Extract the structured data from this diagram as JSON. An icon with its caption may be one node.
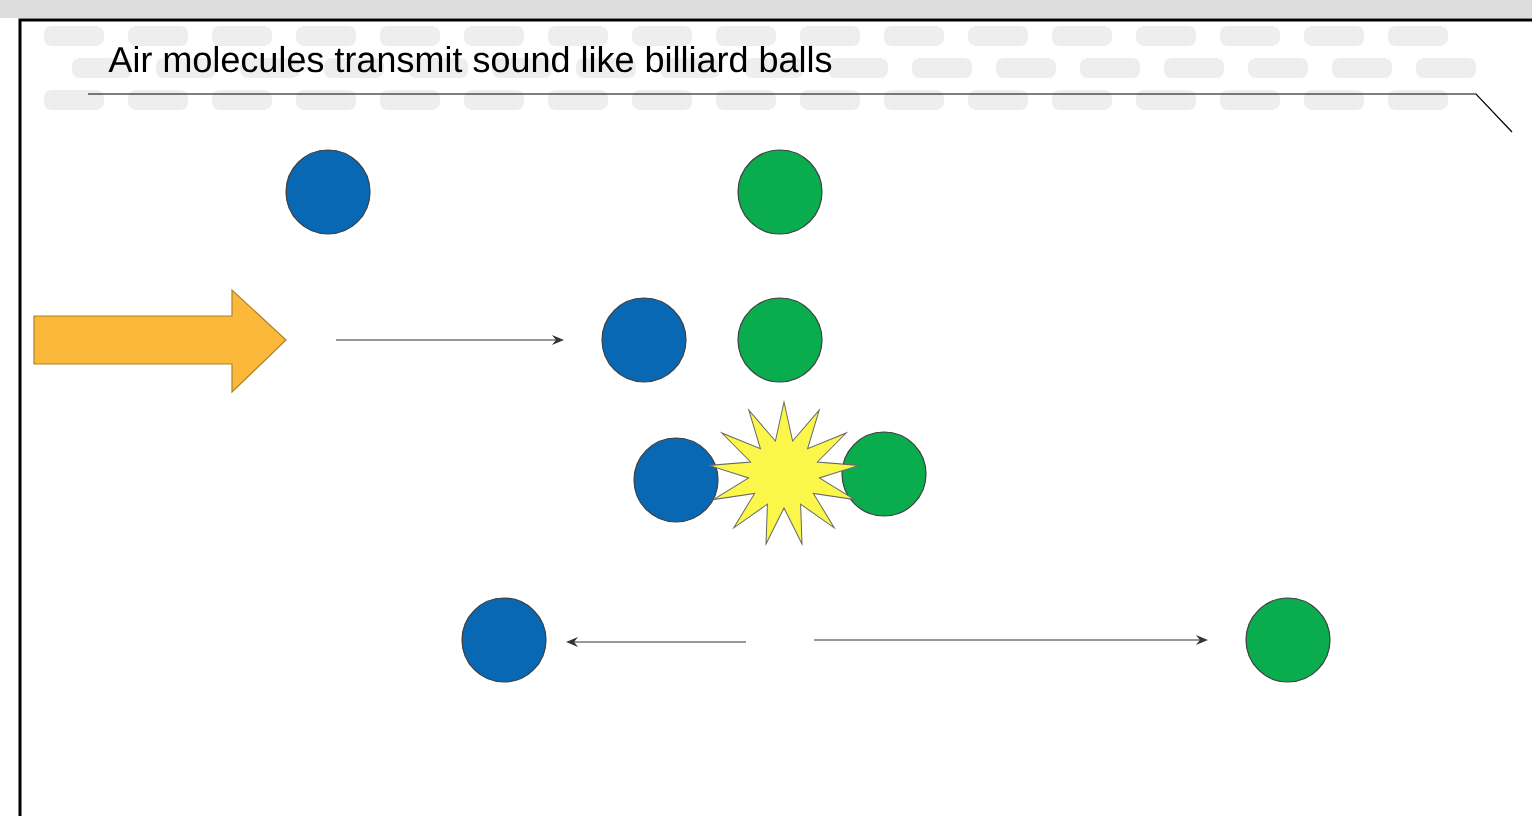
{
  "diagram": {
    "title": "Air molecules transmit sound like billiard balls",
    "nodes": [
      {
        "text": [],
        "shape": "circle"
      },
      {
        "text": [],
        "shape": "circle"
      },
      {
        "text": [],
        "shape": "circle"
      },
      {
        "text": [],
        "shape": "circle"
      },
      {
        "text": [],
        "shape": "circle"
      },
      {
        "text": [],
        "shape": "circle"
      },
      {
        "text": [],
        "shape": "circle"
      },
      {
        "text": [],
        "shape": "circle"
      },
      {
        "text": [],
        "shape": "star"
      }
    ]
  }
}
